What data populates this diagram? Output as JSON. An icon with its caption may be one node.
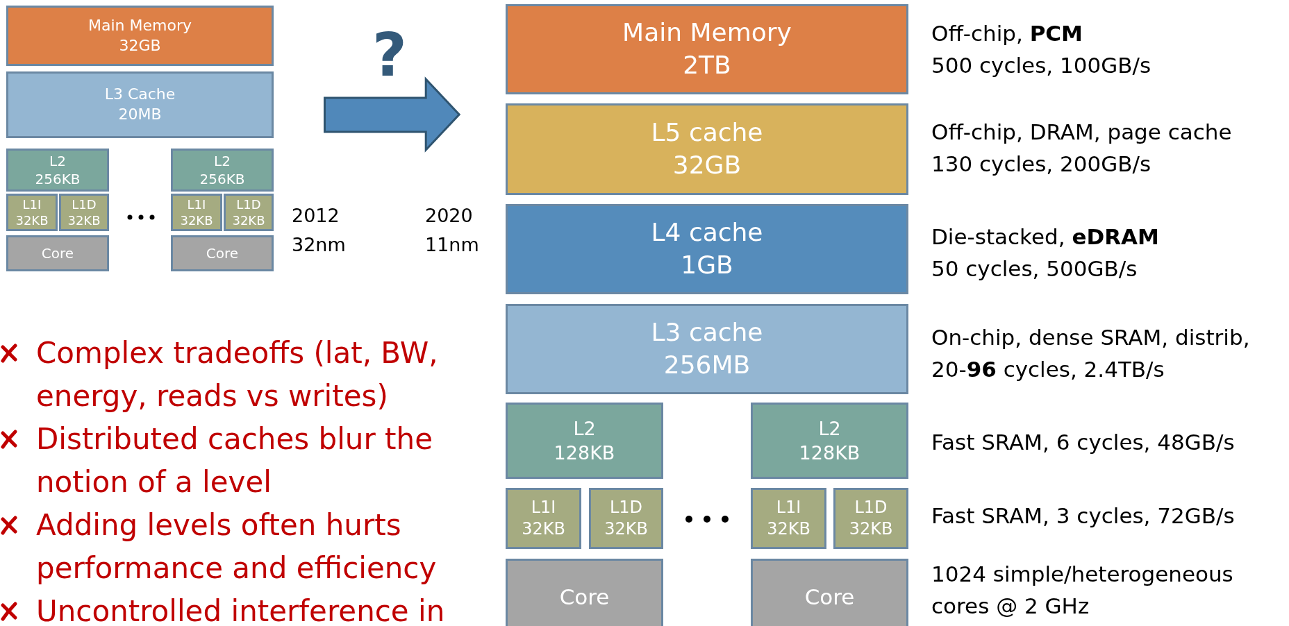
{
  "diagram": {
    "nodes": [
      {
        "text": [
          "Main Memory",
          "32GB"
        ]
      },
      {
        "text": [
          "L3 Cache",
          "20MB"
        ]
      },
      {
        "text": [
          "L2",
          "256KB"
        ]
      },
      {
        "text": [
          "L2",
          "256KB"
        ]
      },
      {
        "text": [
          "L1I",
          "32KB"
        ]
      },
      {
        "text": [
          "L1D",
          "32KB"
        ]
      },
      {
        "text": [
          "L1I",
          "32KB"
        ]
      },
      {
        "text": [
          "L1D",
          "32KB"
        ]
      },
      {
        "text": [
          "Core"
        ]
      },
      {
        "text": [
          "Core"
        ]
      },
      {
        "text": [
          "Main Memory",
          "2TB"
        ],
        "beside": [
          "Off-chip,  **PCM**",
          "500 cycles, 100GB/s"
        ]
      },
      {
        "text": [
          "L5 cache",
          "32GB"
        ],
        "beside": [
          "Off-chip, DRAM, page cache",
          "130 cycles, 200GB/s"
        ]
      },
      {
        "text": [
          "L4 cache",
          "1GB"
        ],
        "beside": [
          "Die-stacked, **eDRAM**",
          "50 cycles, 500GB/s"
        ]
      },
      {
        "text": [
          "L3 cache",
          "256MB"
        ],
        "beside": [
          "On-chip, dense SRAM, distrib,",
          "20-**96** cycles, 2.4TB/s"
        ]
      },
      {
        "text": [
          "L2",
          "128KB"
        ]
      },
      {
        "text": [
          "L2",
          "128KB"
        ],
        "beside": [
          "Fast SRAM, 6 cycles, 48GB/s"
        ]
      },
      {
        "text": [
          "L1I",
          "32KB"
        ]
      },
      {
        "text": [
          "L1D",
          "32KB"
        ]
      },
      {
        "text": [
          "L1I",
          "32KB"
        ]
      },
      {
        "text": [
          "L1D",
          "32KB"
        ],
        "beside": [
          "Fast SRAM, 3 cycles, 72GB/s"
        ]
      },
      {
        "text": [
          "Core"
        ]
      },
      {
        "text": [
          "Core"
        ],
        "beside": [
          "1024 simple/heterogeneous",
          "cores @ 2 GHz"
        ]
      }
    ],
    "edges": [
      {
        "from": 1,
        "to": 11,
        "arrow": "to"
      }
    ],
    "labels": [
      "?",
      "2012 32nm",
      "2020 11nm",
      "Complex tradeoffs (lat, BW, energy, reads vs writes)",
      "Distributed caches blur the notion of a level",
      "Adding levels often hurts performance and efficiency",
      "Uncontrolled interference in"
    ]
  }
}
